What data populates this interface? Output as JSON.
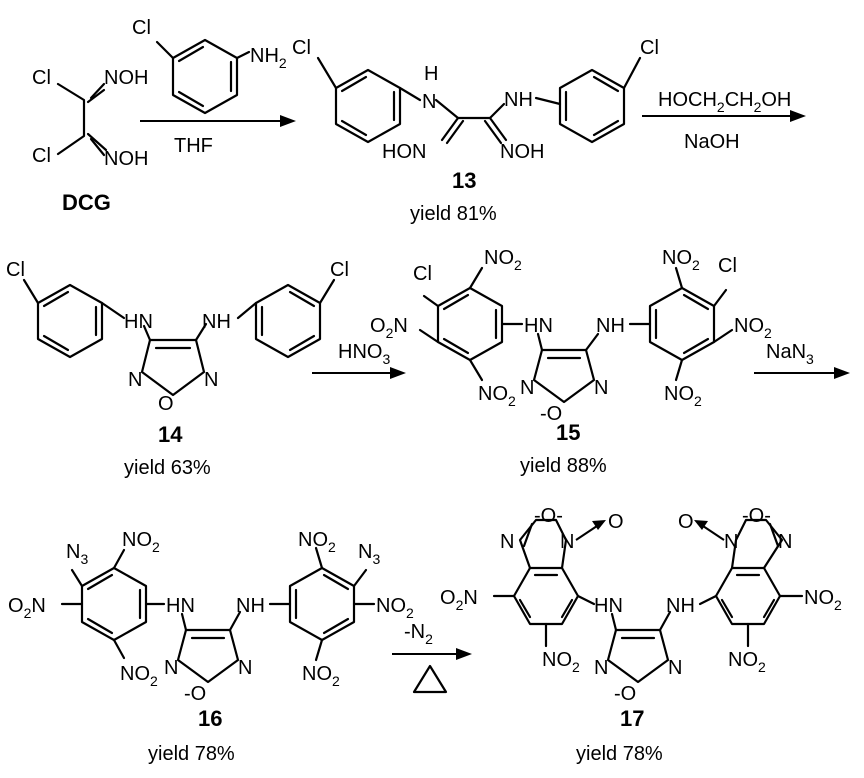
{
  "atoms": {
    "cl": "Cl",
    "hn": "HN",
    "nh": "NH",
    "n": "N",
    "o": "O",
    "h": "H",
    "no": "NO",
    "noh": "NOH",
    "hon": "HON",
    "o2n": "O",
    "o2n_n": "N",
    "n3": "N",
    "nh2": "NH",
    "sub2": "2",
    "sub3": "3",
    "minus": "-",
    "minus_o": "-O"
  },
  "steps": {
    "step1": {
      "reagent": "THF"
    },
    "step2": {
      "reagent_top_a": "HOCH",
      "reagent_top_b": "CH",
      "reagent_top_c": "OH",
      "reagent_bottom": "NaOH"
    },
    "step3": {
      "reagent": "HNO"
    },
    "step4": {
      "reagent": "NaN"
    },
    "step5": {
      "reagent": "-N",
      "condition": "△"
    }
  },
  "compounds": {
    "dcg": {
      "label": "DCG"
    },
    "c13": {
      "label": "13",
      "yield": "yield 81%"
    },
    "c14": {
      "label": "14",
      "yield": "yield 63%"
    },
    "c15": {
      "label": "15",
      "yield": "yield 88%"
    },
    "c16": {
      "label": "16",
      "yield": "yield 78%"
    },
    "c17": {
      "label": "17",
      "yield": "yield 78%"
    }
  }
}
